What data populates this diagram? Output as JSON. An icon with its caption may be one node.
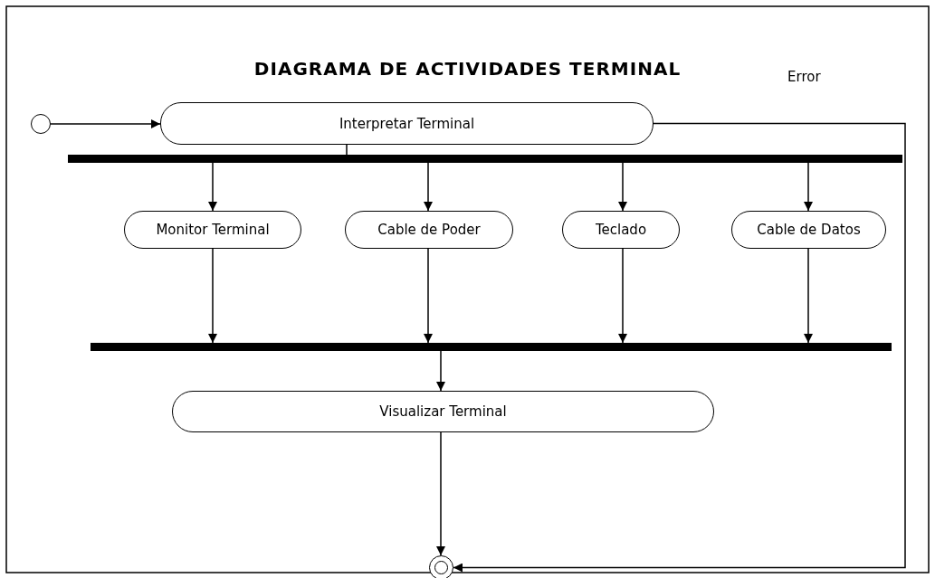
{
  "diagram": {
    "title": "DIAGRAMA DE ACTIVIDADES TERMINAL",
    "nodes": [
      {
        "text": [],
        "shape": "circle"
      },
      {
        "text": [
          "Interpretar Terminal"
        ]
      },
      {
        "text": [],
        "shape": "bar"
      },
      {
        "text": [
          "Monitor Terminal"
        ]
      },
      {
        "text": [
          "Cable de Poder"
        ]
      },
      {
        "text": [
          "Teclado"
        ]
      },
      {
        "text": [
          "Cable de Datos"
        ]
      },
      {
        "text": [],
        "shape": "bar"
      },
      {
        "text": [
          "Visualizar Terminal"
        ]
      },
      {
        "text": [],
        "shape": "circle"
      }
    ],
    "edges": [
      {
        "from": 0,
        "to": 1,
        "arrow": "to"
      },
      {
        "from": 1,
        "to": 2,
        "arrow": "none"
      },
      {
        "from": 2,
        "to": 3,
        "arrow": "to"
      },
      {
        "from": 2,
        "to": 4,
        "arrow": "to"
      },
      {
        "from": 2,
        "to": 5,
        "arrow": "to"
      },
      {
        "from": 2,
        "to": 6,
        "arrow": "to"
      },
      {
        "from": 3,
        "to": 7,
        "arrow": "to"
      },
      {
        "from": 4,
        "to": 7,
        "arrow": "to"
      },
      {
        "from": 5,
        "to": 7,
        "arrow": "to"
      },
      {
        "from": 6,
        "to": 7,
        "arrow": "to"
      },
      {
        "from": 7,
        "to": 8,
        "arrow": "to"
      },
      {
        "from": 8,
        "to": 9,
        "arrow": "to"
      },
      {
        "from": 1,
        "to": 9,
        "arrow": "to",
        "label": "Error"
      }
    ]
  }
}
